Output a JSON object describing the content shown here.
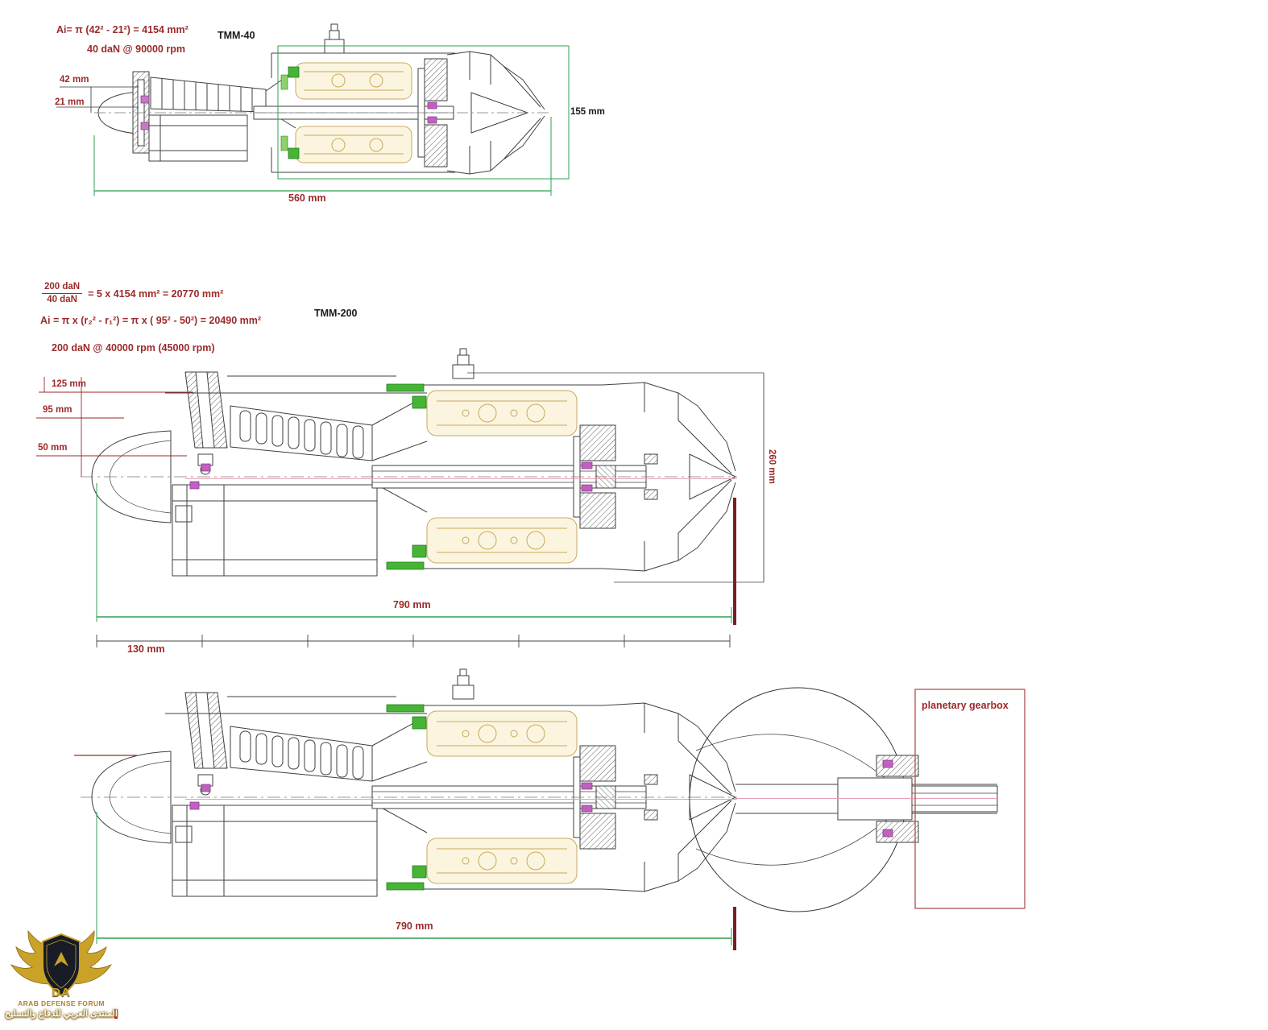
{
  "tmm40": {
    "name": "TMM-40",
    "formula_area": "Ai=  π (42² - 21²) = 4154 mm²",
    "power_spec": "40 daN  @  90000 rpm",
    "dims": {
      "outer_radius": "42 mm",
      "inner_radius": "21 mm",
      "diameter": "155 mm",
      "length": "560 mm"
    }
  },
  "tmm200": {
    "name": "TMM-200",
    "thrust_ratio_numerator": "200 daN",
    "thrust_ratio_denominator": "40 daN",
    "thrust_ratio_result": "= 5 x 4154 mm²  = 20770 mm²",
    "formula_area": "Ai =  π x (r₂² - r₁²) =  π x ( 95² - 50²) = 20490 mm²",
    "power_spec": "200 daN  @  40000 rpm (45000 rpm)",
    "dims": {
      "casing_radius": "125 mm",
      "outer_radius": "95 mm",
      "inner_radius": "50 mm",
      "diameter": "260 mm",
      "length": "790 mm",
      "scale_segment": "130 mm"
    }
  },
  "tmm200_prop": {
    "gearbox_label": "planetary gearbox",
    "dims": {
      "length": "790 mm"
    }
  },
  "watermark": {
    "monogram": "DA",
    "title": "ARAB DEFENSE FORUM",
    "subtitle": "المنتدى العربي للدفاع والتسليح"
  },
  "colors": {
    "annotation": "#9c2a2a",
    "dimension_green": "#2fa14f",
    "combustor_tan": "#c9a85c",
    "detail_green": "#46b535",
    "detail_magenta": "#c060c0",
    "gearbox_outline": "#b05050",
    "logo_gold": "#c9a227"
  }
}
